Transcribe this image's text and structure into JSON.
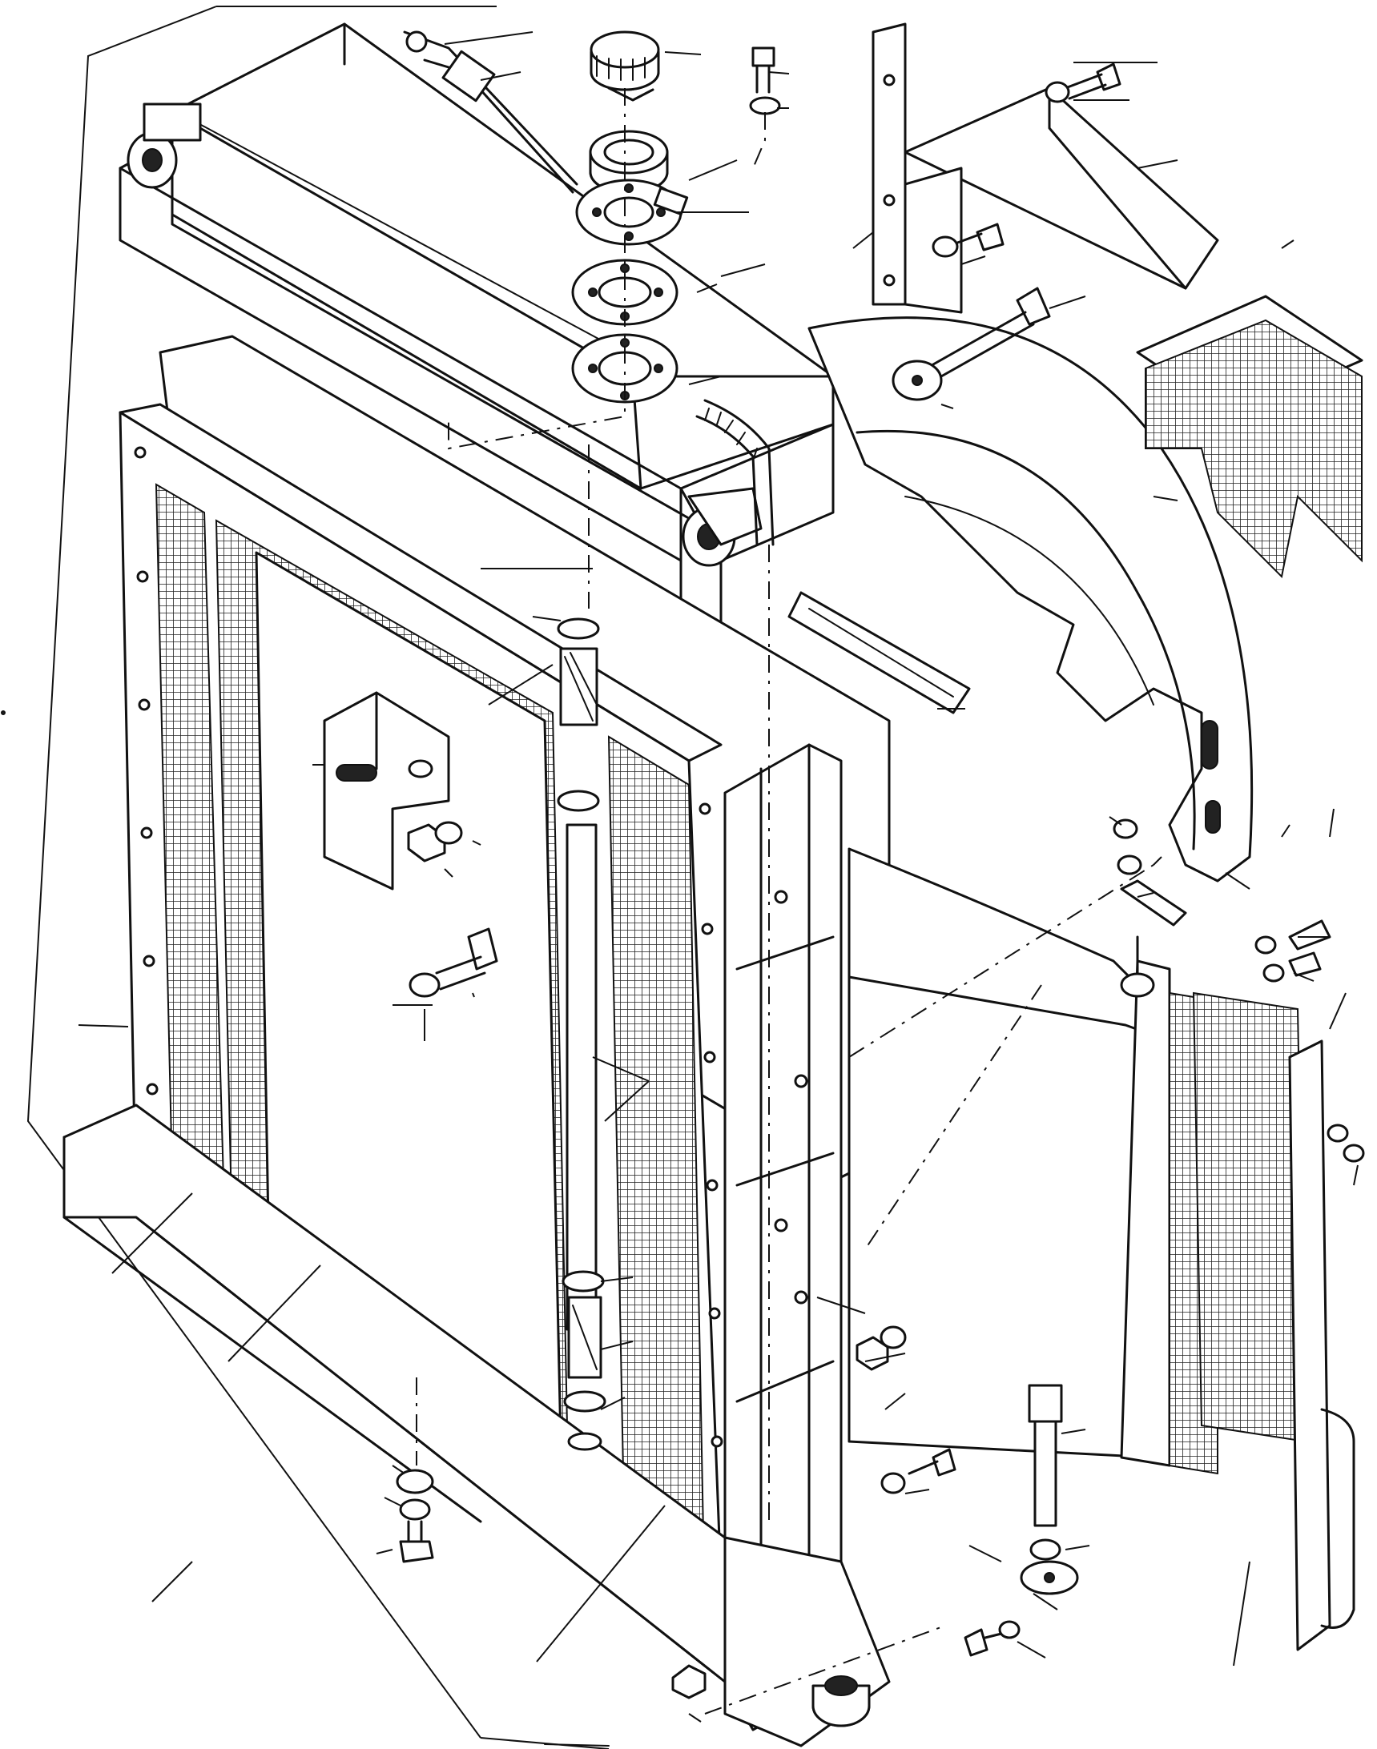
{
  "diagram": {
    "line_color": "#111111",
    "background": "#ffffff",
    "parts": [
      {
        "name": "radiator-cap",
        "icon": "cap-icon"
      },
      {
        "name": "filler-neck",
        "icon": "ring-icon"
      },
      {
        "name": "gasket",
        "icon": "ring-icon"
      },
      {
        "name": "upper-tank",
        "icon": "tank-icon"
      },
      {
        "name": "radiator-core",
        "icon": "mesh-icon"
      },
      {
        "name": "fan-shroud",
        "icon": "shroud-icon"
      },
      {
        "name": "side-screen",
        "icon": "mesh-icon"
      },
      {
        "name": "bracket",
        "icon": "bracket-icon"
      },
      {
        "name": "hose",
        "icon": "hose-icon"
      },
      {
        "name": "clamp",
        "icon": "clamp-icon"
      },
      {
        "name": "bolt",
        "icon": "bolt-icon"
      },
      {
        "name": "washer",
        "icon": "washer-icon"
      },
      {
        "name": "nut",
        "icon": "nut-icon"
      },
      {
        "name": "mount-pad",
        "icon": "pad-icon"
      }
    ]
  }
}
